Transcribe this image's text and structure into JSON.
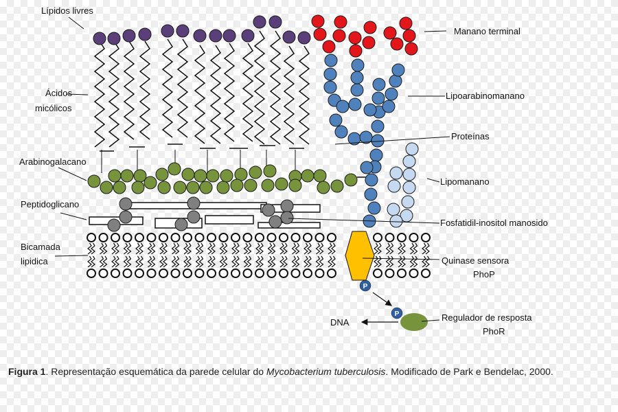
{
  "labels": {
    "lipidos_livres": "Lípidos livres",
    "acidos_1": "Ácidos",
    "acidos_2": "micólicos",
    "arabinogalacano": "Arabinogalacano",
    "peptidoglicano": "Peptidoglicano",
    "bicamada_1": "Bicamada",
    "bicamada_2": "lipidica",
    "manano": "Manano terminal",
    "lipoarabinomanano": "Lipoarabinomanano",
    "proteinas": "Proteínas",
    "lipomanano": "Lipomanano",
    "fosfatidil": "Fosfatidil-inositol manosido",
    "quinase_1": "Quinase sensora",
    "quinase_2": "PhoP",
    "regulador_1": "Regulador de resposta",
    "regulador_2": "PhoR",
    "dna": "DNA",
    "phosphate": "P"
  },
  "caption": {
    "prefix": "Figura 1",
    "text_1": ". Representação esquemática da parede celular do ",
    "italic": "Mycobacterium tuberculosis",
    "text_2": ". Modificado de Park e Bendelac, 2000."
  },
  "colors": {
    "lipid_head": "#5b3f7a",
    "mannose": "#e3161b",
    "arabinomannan": "#4f81bd",
    "lipomannan": "#c5d9f1",
    "arabinogalactan": "#77933c",
    "peptidoglycan": "#808080",
    "kinase": "#ffc000",
    "regulator": "#77933c",
    "phosphate": "#2e5fa3"
  }
}
